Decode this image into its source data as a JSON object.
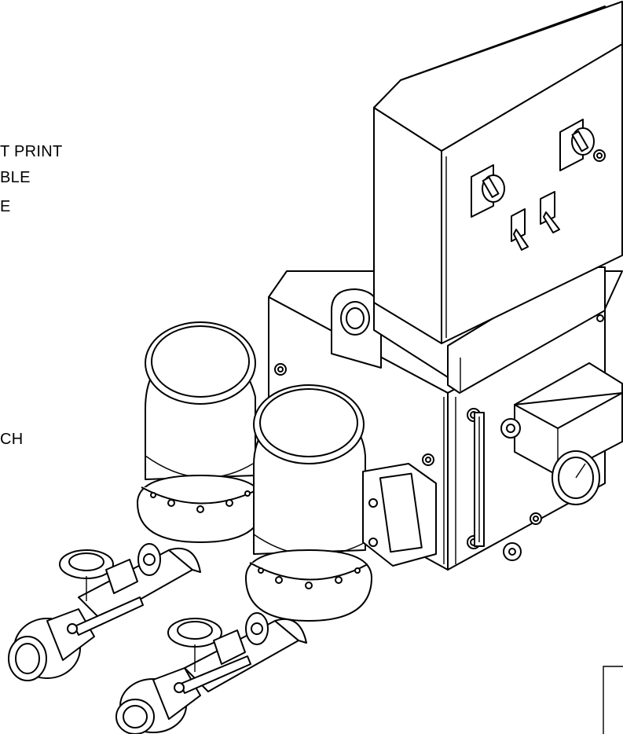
{
  "drawing": {
    "note_fragments": [
      "T PRINT",
      "BLE",
      "E",
      "CH"
    ]
  },
  "palette": {
    "line": "#000000",
    "background": "#ffffff"
  }
}
